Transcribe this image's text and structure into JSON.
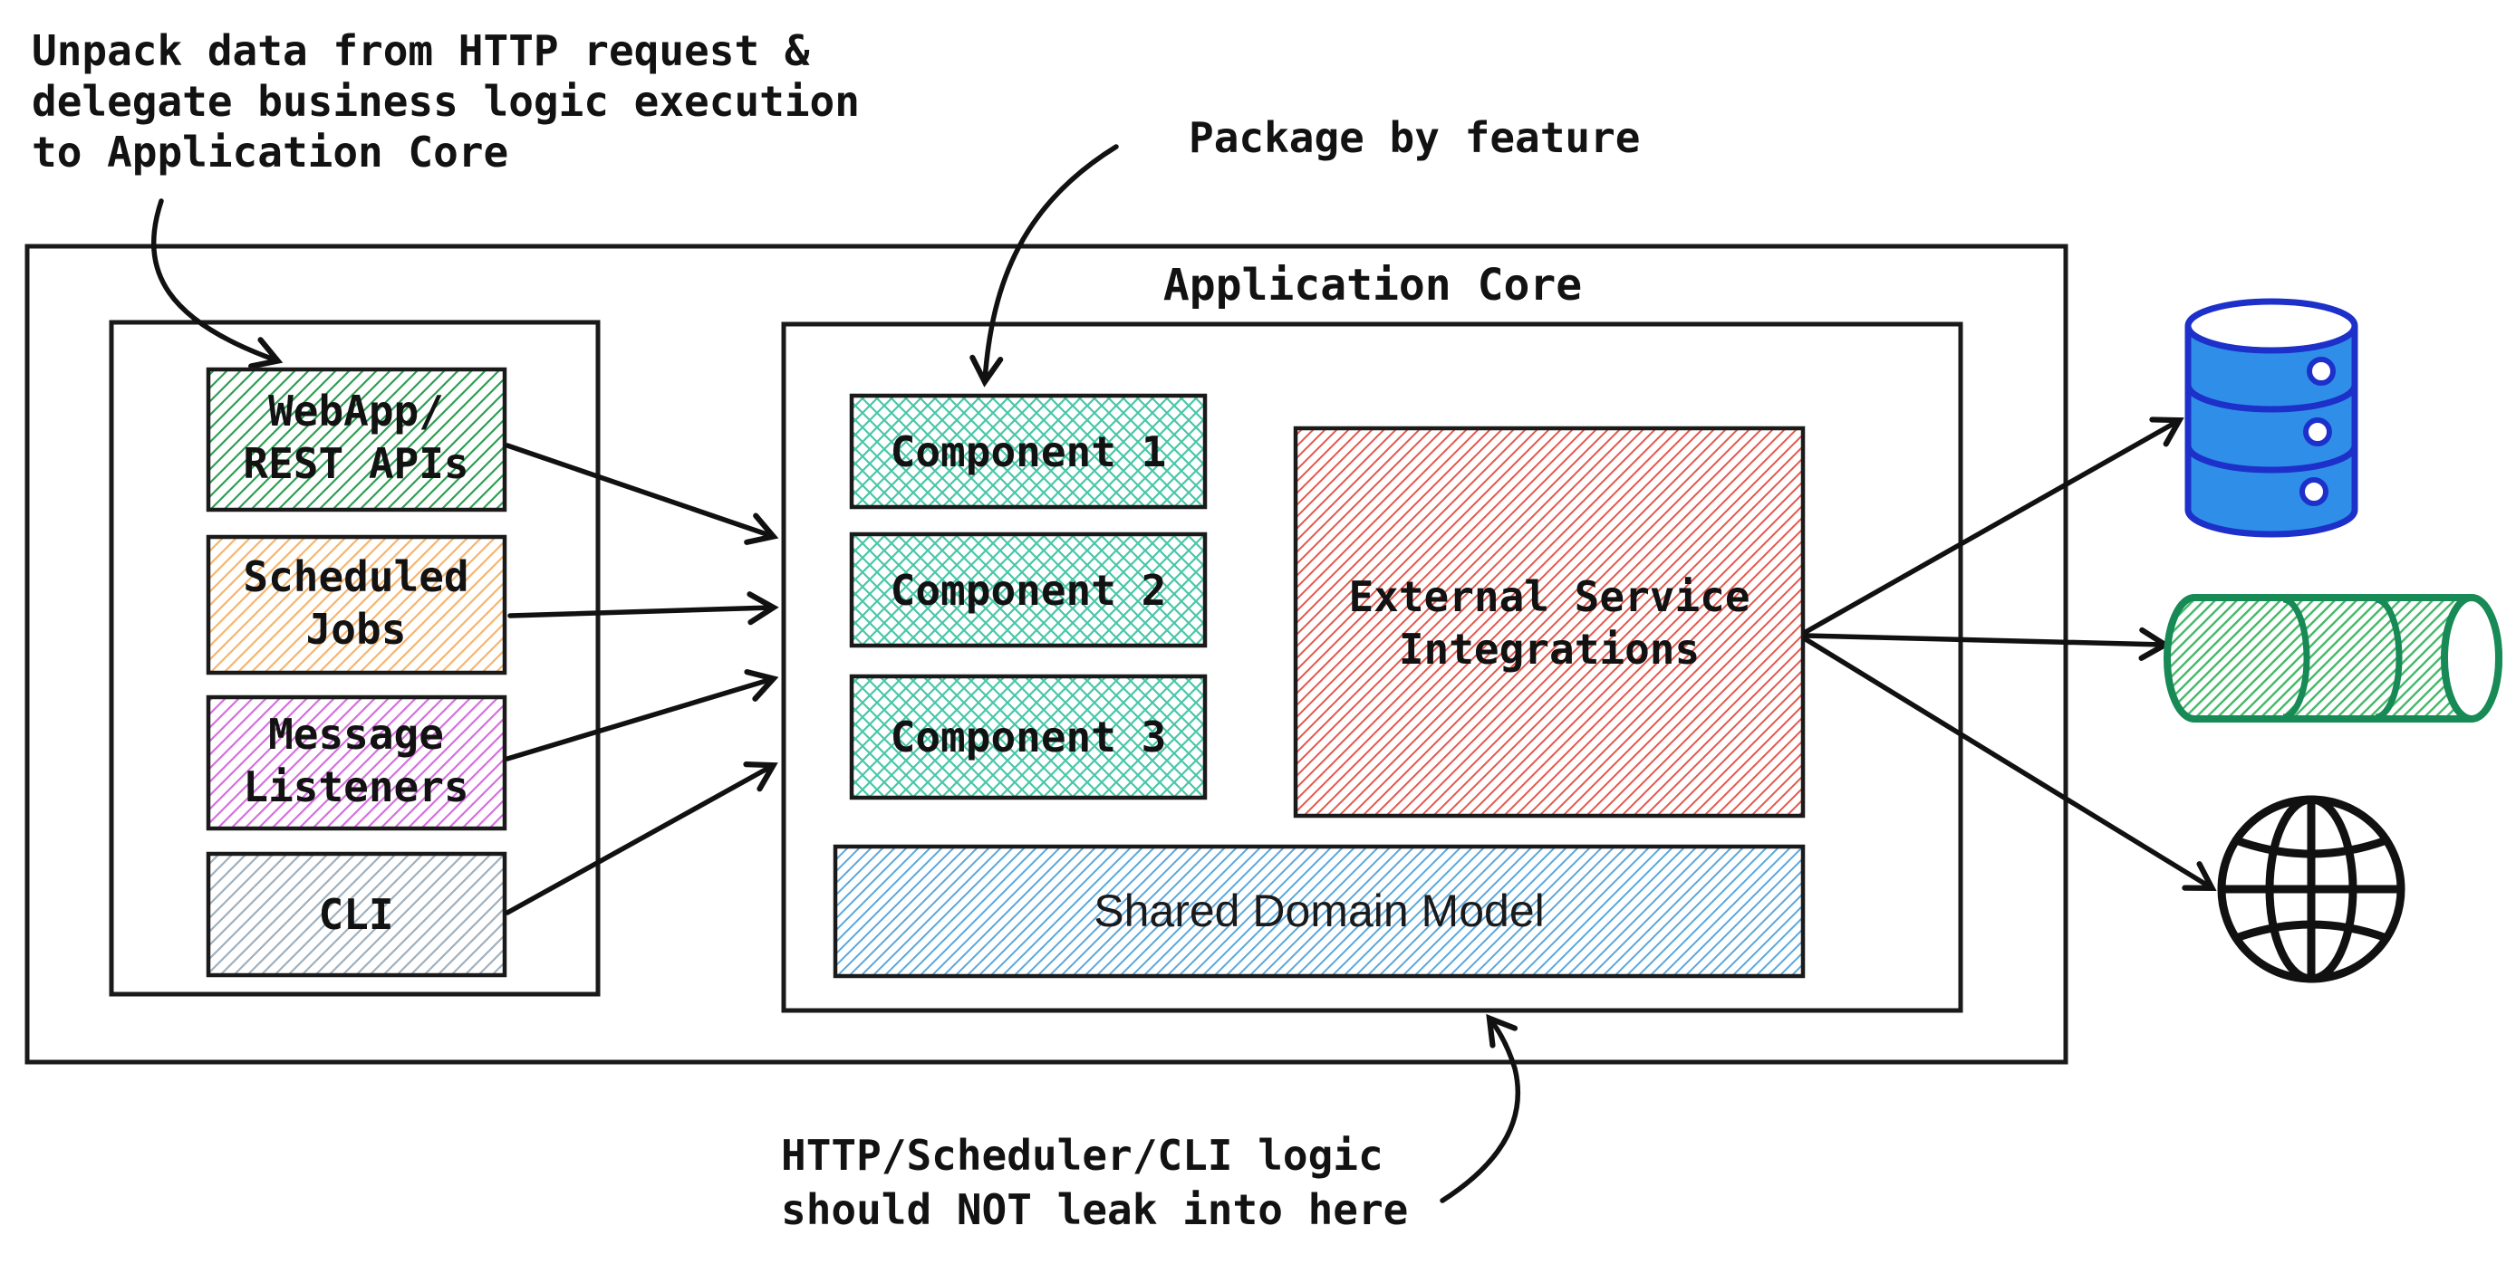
{
  "annotations": {
    "unpack_note": {
      "lines": [
        "Unpack data from HTTP request &",
        "delegate business logic execution",
        "to Application Core"
      ]
    },
    "package_note": "Package by feature",
    "leak_note": {
      "lines": [
        "HTTP/Scheduler/CLI logic",
        "should NOT leak into here"
      ]
    }
  },
  "entry_points_panel": {
    "boxes": [
      {
        "id": "webapp-rest-apis",
        "lines": [
          "WebApp/",
          "REST APIs"
        ],
        "hatch_color": "#2e9e54"
      },
      {
        "id": "scheduled-jobs",
        "lines": [
          "Scheduled",
          "Jobs"
        ],
        "hatch_color": "#f6b56d"
      },
      {
        "id": "message-listeners",
        "lines": [
          "Message",
          "Listeners"
        ],
        "hatch_color": "#d66fe0"
      },
      {
        "id": "cli",
        "lines": [
          "CLI"
        ],
        "hatch_color": "#9fb0bd"
      }
    ]
  },
  "application_core": {
    "title": "Application Core",
    "components": [
      {
        "label": "Component 1"
      },
      {
        "label": "Component 2"
      },
      {
        "label": "Component 3"
      }
    ],
    "component_hatch_color": "#49c7a8",
    "external_service_integrations": {
      "lines": [
        "External Service",
        "Integrations"
      ],
      "hatch_color": "#e4574d"
    },
    "shared_domain_model": {
      "label": "Shared Domain Model",
      "hatch_color": "#5aa7dd"
    }
  },
  "external_systems": {
    "icons": {
      "database": "database-cylinder-icon",
      "message_queue": "pipe-cylinder-icon",
      "internet": "globe-icon"
    },
    "database_fill": "#2f8fe8",
    "database_stroke": "#1d30c9",
    "queue_stroke": "#178a55",
    "queue_hatch": "#46b96a",
    "globe_stroke": "#111111"
  },
  "line_color": "#1a1a1a"
}
